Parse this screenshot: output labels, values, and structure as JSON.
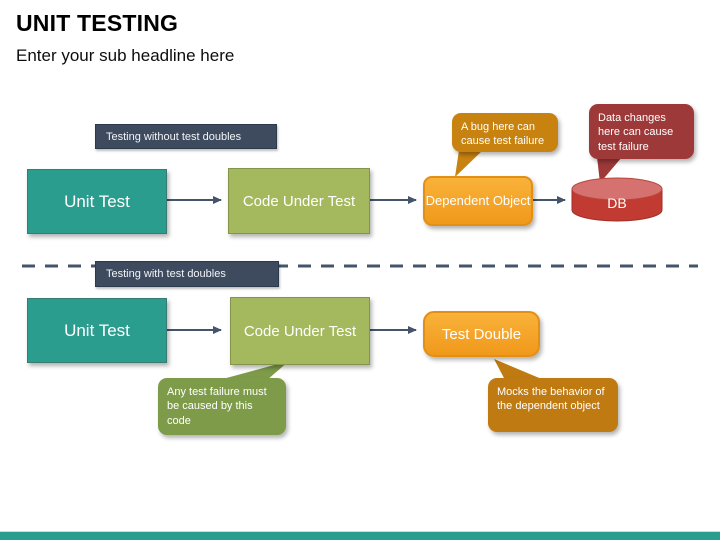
{
  "title": "UNIT TESTING",
  "subtitle": "Enter your sub headline here",
  "labels": {
    "without": "Testing without test doubles",
    "with": "Testing with test doubles"
  },
  "row1": {
    "unit_test": "Unit Test",
    "code_under_test": "Code Under Test",
    "dependent_object": "Dependent Object",
    "db": "DB"
  },
  "row2": {
    "unit_test": "Unit Test",
    "code_under_test": "Code Under Test",
    "test_double": "Test Double"
  },
  "callouts": {
    "bug": "A bug here can cause test failure",
    "data_changes": "Data changes here can cause test failure",
    "any_failure": "Any test failure must be caused by this code",
    "mocks": "Mocks the behavior of the dependent object"
  },
  "colors": {
    "teal_box": "#2a9d8f",
    "olive_box": "#a4b95e",
    "orange_box": "#f6a41f",
    "orange_callout": "#c8820f",
    "bronze_callout": "#bf7a12",
    "green_callout": "#7e9b49",
    "dark_red_callout": "#9e3939",
    "db_red": "#c23b32",
    "arrow_slate": "#44546a",
    "label_bg": "#3e4b5f",
    "footer_teal": "#2a9d8f"
  }
}
